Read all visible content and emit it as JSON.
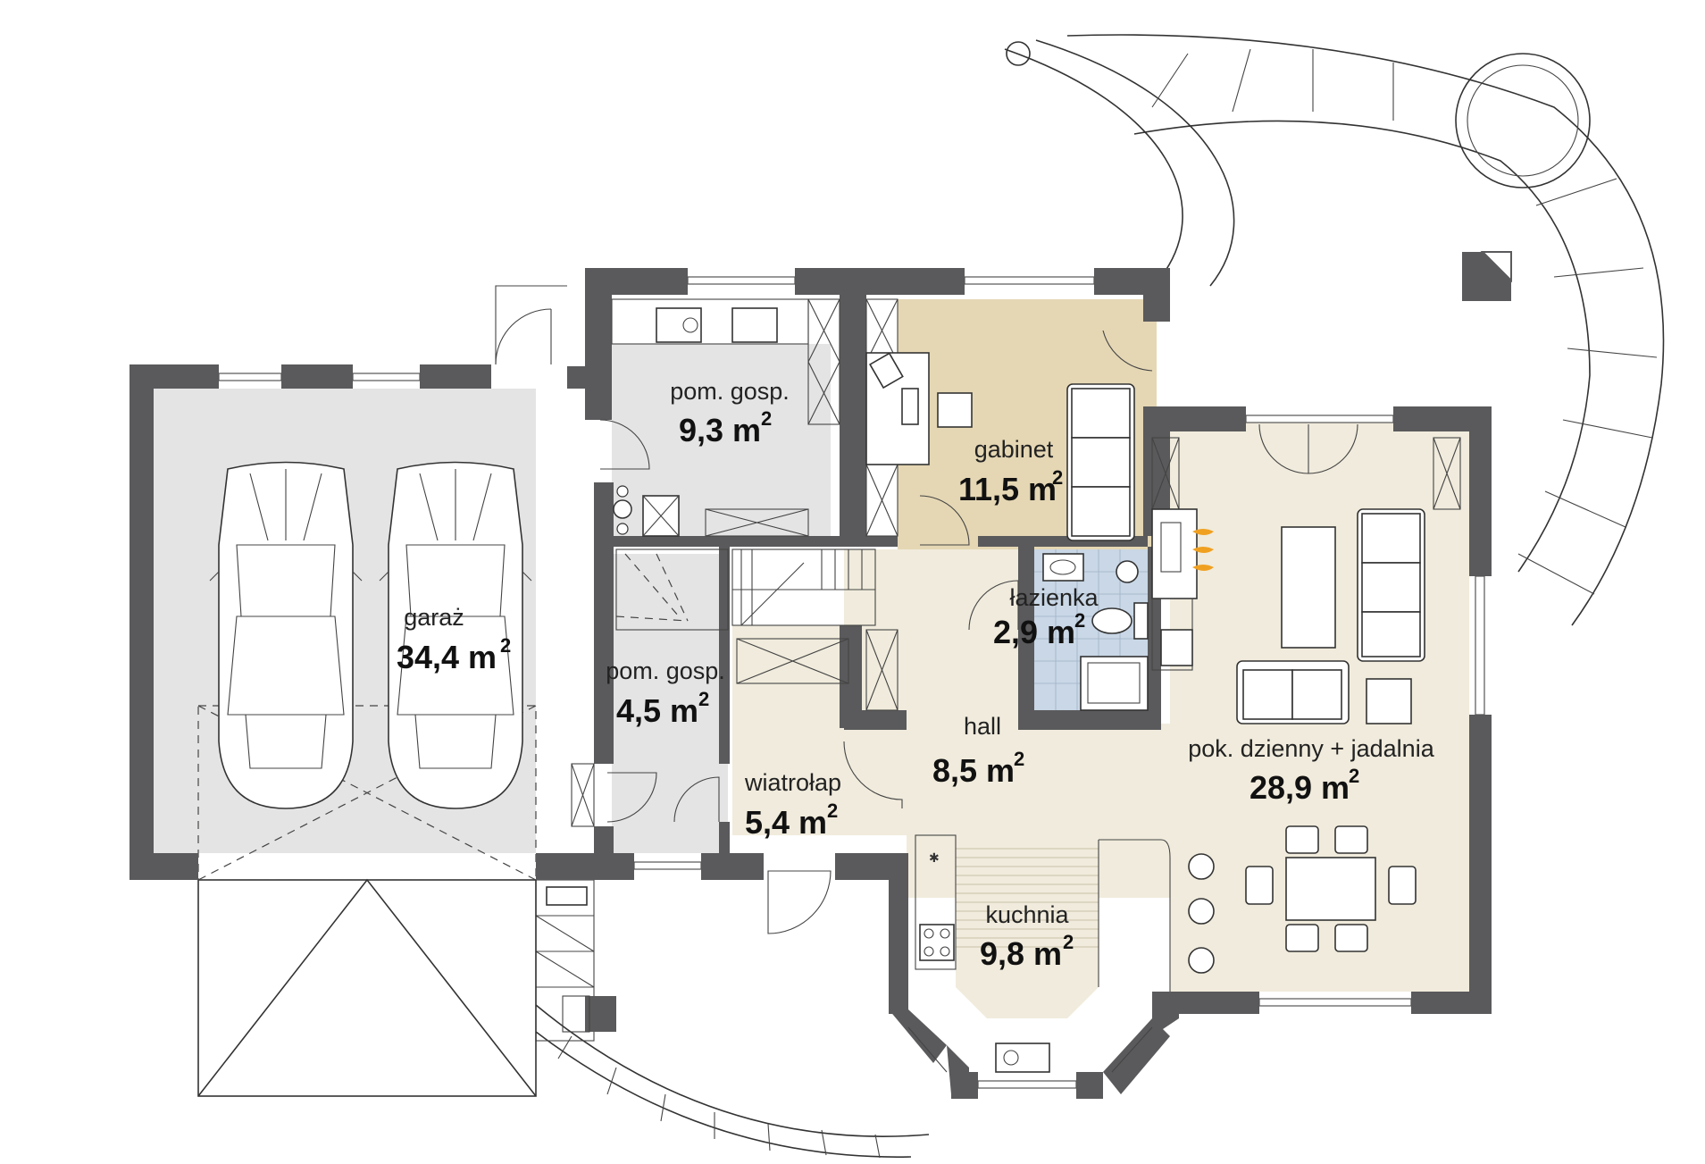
{
  "colors": {
    "wall": "#5a5a5c",
    "garage_floor": "#e4e4e5",
    "utility_floor": "#e4e4e5",
    "study_floor": "#e5d7b4",
    "living_floor": "#f0ebdc",
    "bathroom_tiles": "#c9d7e6",
    "fireplace_flame": "#f0a020"
  },
  "rooms": {
    "garage": {
      "name": "garaż",
      "area": "34,4 m",
      "sup": "2"
    },
    "utility_upper": {
      "name": "pom. gosp.",
      "area": "9,3 m",
      "sup": "2"
    },
    "utility_lower": {
      "name": "pom. gosp.",
      "area": "4,5 m",
      "sup": "2"
    },
    "study": {
      "name": "gabinet",
      "area": "11,5 m",
      "sup": "2"
    },
    "bathroom": {
      "name": "łazienka",
      "area": "2,9 m",
      "sup": "2"
    },
    "hall": {
      "name": "hall",
      "area": "8,5 m",
      "sup": "2"
    },
    "vestibule": {
      "name": "wiatrołap",
      "area": "5,4 m",
      "sup": "2"
    },
    "kitchen": {
      "name": "kuchnia",
      "area": "9,8 m",
      "sup": "2"
    },
    "living": {
      "name": "pok. dzienny + jadalnia",
      "area": "28,9 m",
      "sup": "2"
    }
  }
}
